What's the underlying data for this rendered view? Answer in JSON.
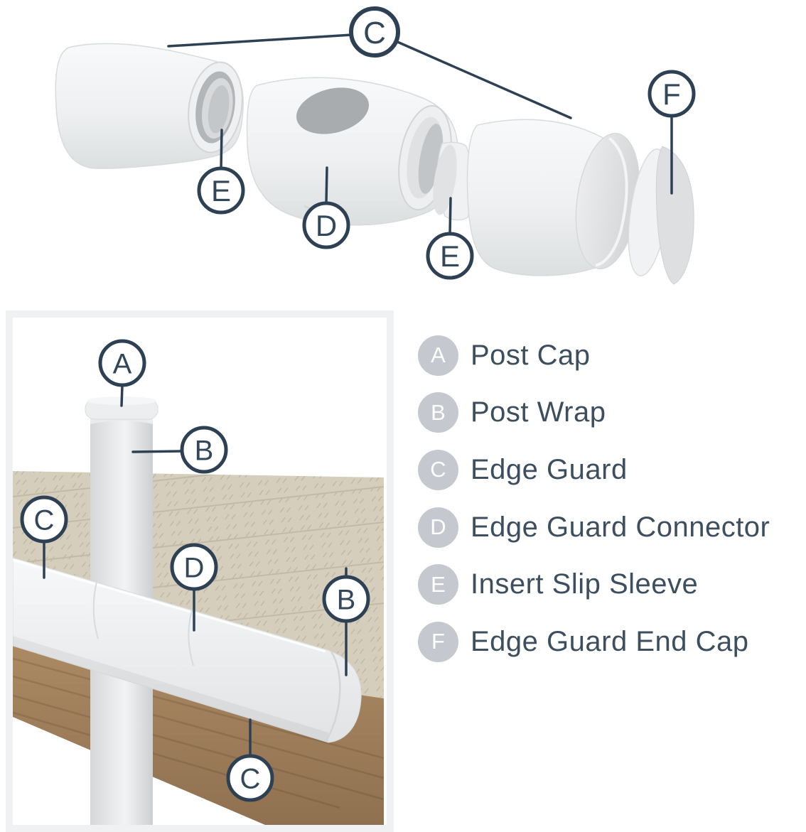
{
  "legend": {
    "items": [
      {
        "letter": "A",
        "label": "Post Cap"
      },
      {
        "letter": "B",
        "label": "Post Wrap"
      },
      {
        "letter": "C",
        "label": "Edge Guard"
      },
      {
        "letter": "D",
        "label": "Edge Guard Connector"
      },
      {
        "letter": "E",
        "label": "Insert Slip Sleeve"
      },
      {
        "letter": "F",
        "label": "Edge Guard End Cap"
      }
    ]
  },
  "exploded_view": {
    "description": "Exploded view of edge guard assembly",
    "callouts": [
      {
        "letter": "C"
      },
      {
        "letter": "E"
      },
      {
        "letter": "D"
      },
      {
        "letter": "E"
      },
      {
        "letter": "F"
      }
    ]
  },
  "installed_view": {
    "description": "Edge guard and post wrap installed on dock corner",
    "callouts": [
      {
        "letter": "A"
      },
      {
        "letter": "B"
      },
      {
        "letter": "C"
      },
      {
        "letter": "D"
      },
      {
        "letter": "B"
      },
      {
        "letter": "C"
      }
    ]
  },
  "colors": {
    "callout_outline": "#2e4154",
    "callout_text": "#33475a",
    "legend_badge_bg": "#c5c8ce",
    "legend_badge_text": "#ffffff",
    "legend_label_text": "#3d4f5f",
    "deck_tan": "#d6cebd",
    "wood_brown": "#a08059",
    "part_white": "#f4f5f6"
  }
}
